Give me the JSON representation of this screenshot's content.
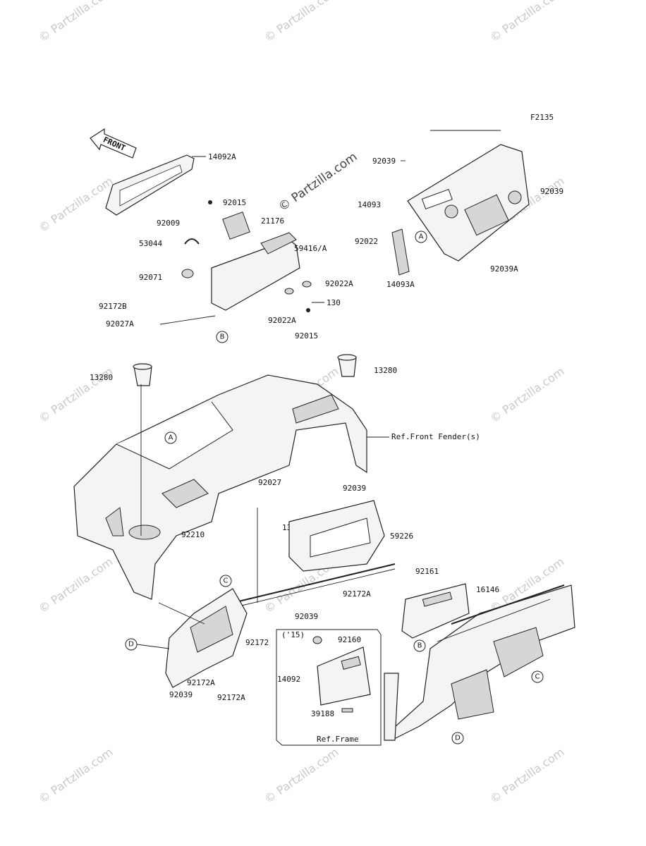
{
  "figure_code": "F2135",
  "front_arrow_label": "FRONT",
  "watermark": "© Partzilla.com",
  "center_watermark": "© Partzilla.com",
  "labels": {
    "p14092A": "14092A",
    "p92015a": "92015",
    "p21176": "21176",
    "p92009": "92009",
    "p53044": "53044",
    "p59416A": "59416/A",
    "p92071": "92071",
    "p92022Aa": "92022A",
    "p130": "130",
    "p92172B": "92172B",
    "p92027A": "92027A",
    "p92022Ab": "92022A",
    "p92015b": "92015",
    "p92039a": "92039",
    "p14093": "14093",
    "p92039b": "92039",
    "p92022": "92022",
    "p14093A": "14093A",
    "p92039A": "92039A",
    "p13280a": "13280",
    "p13280b": "13280",
    "refFender": "Ref.Front Fender(s)",
    "p92027": "92027",
    "p130A": "130A",
    "p92039c": "92039",
    "p59226": "59226",
    "p92210": "92210",
    "p92161": "92161",
    "p92172A1": "92172A",
    "p16146": "16146",
    "p92039d": "92039",
    "p92172": "92172",
    "p92172A2": "92172A",
    "p92039e": "92039",
    "p92172A3": "92172A",
    "p15": "('15)",
    "p92160": "92160",
    "p14092": "14092",
    "p39188": "39188",
    "refFrame": "Ref.Frame"
  },
  "callouts": {
    "A1": "A",
    "A2": "A",
    "B1": "B",
    "B2": "B",
    "C1": "C",
    "C2": "C",
    "D1": "D",
    "D2": "D"
  }
}
